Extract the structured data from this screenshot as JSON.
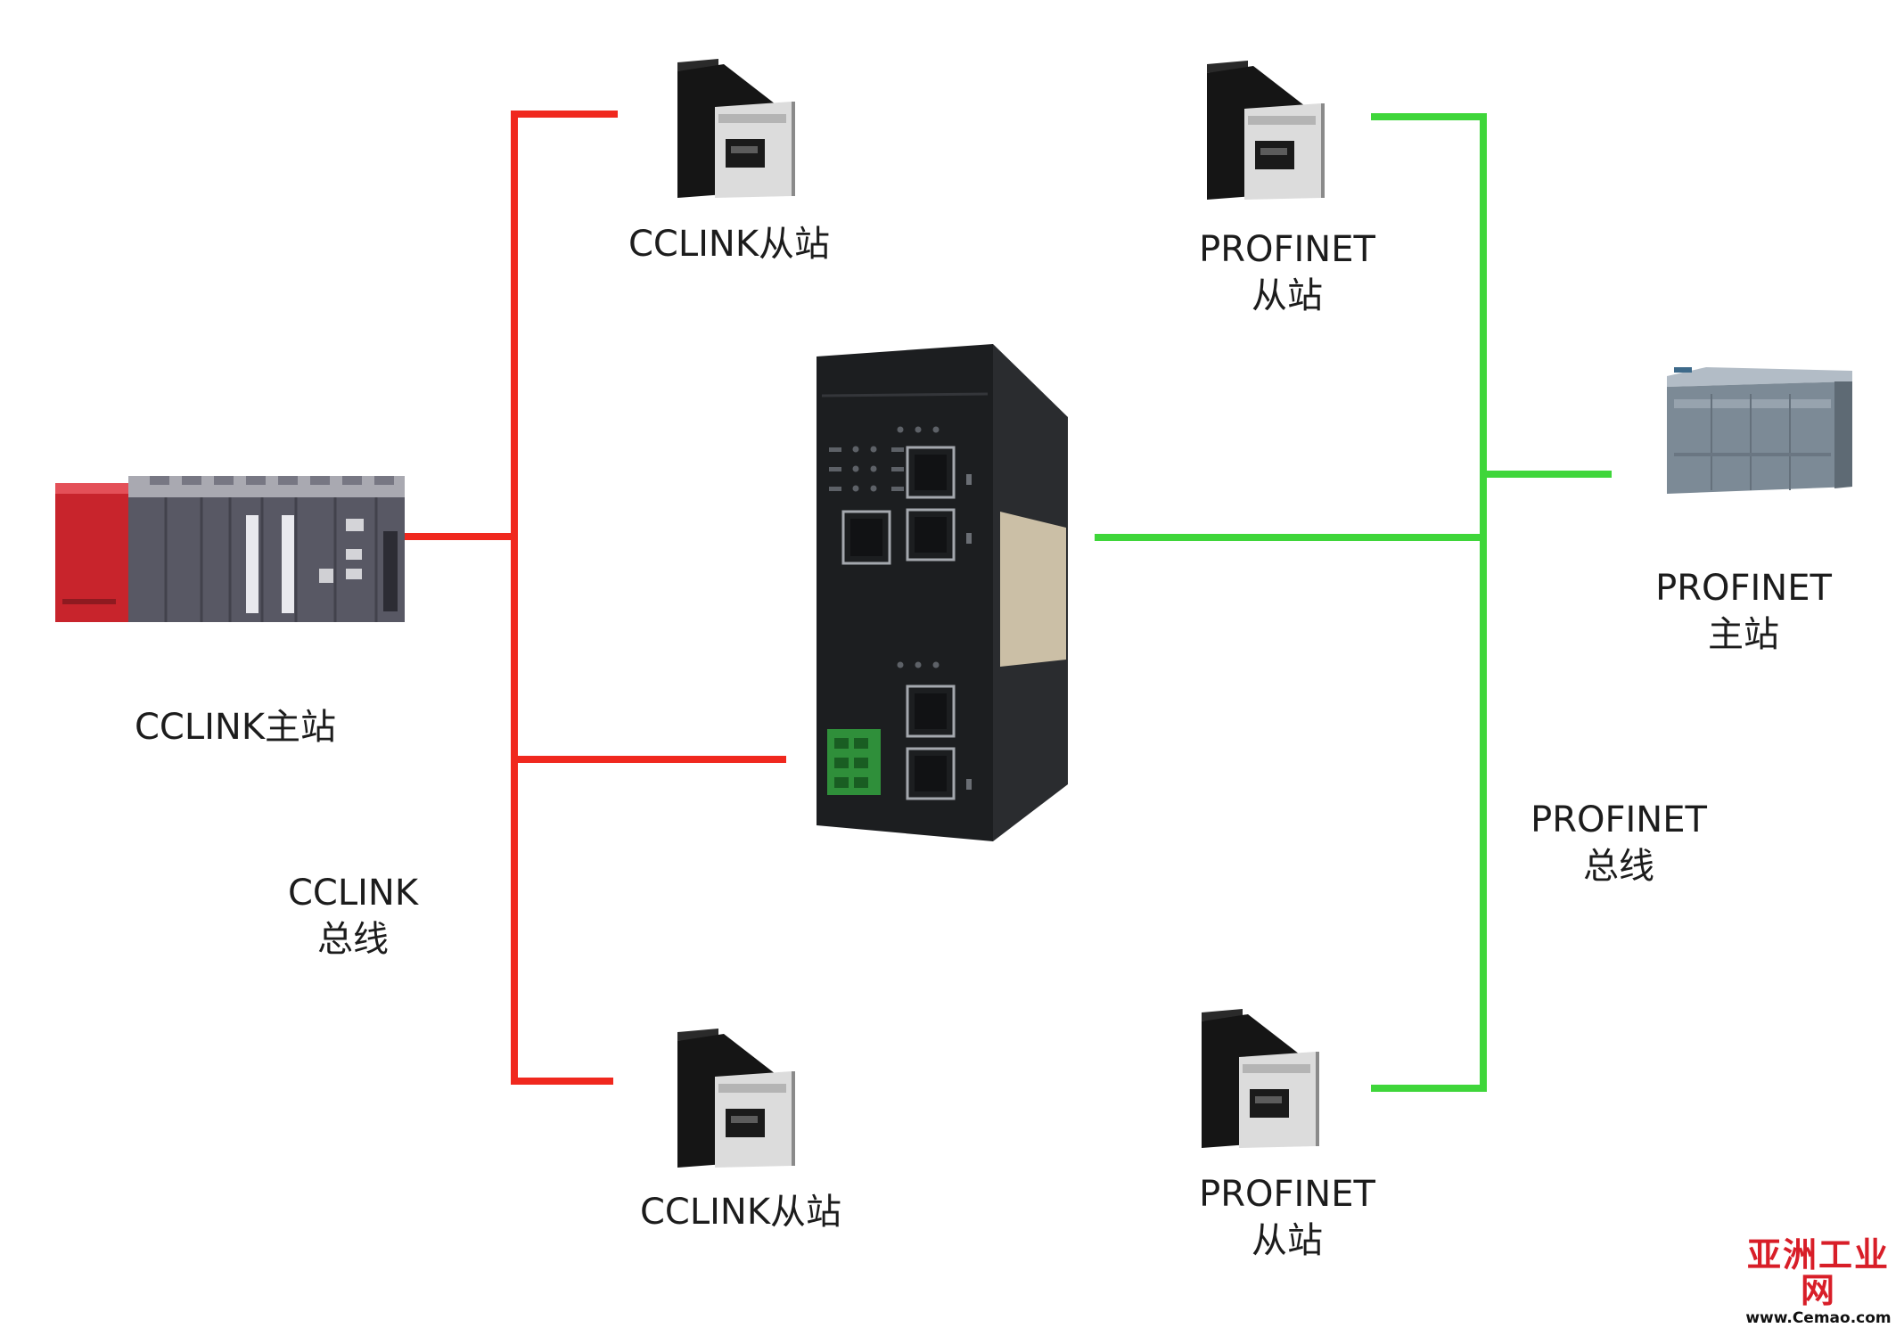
{
  "labels": {
    "cclink_master": "CCLINK主站",
    "cclink_slave_top": "CCLINK从站",
    "cclink_slave_bottom": "CCLINK从站",
    "cclink_bus_line1": "CCLINK",
    "cclink_bus_line2": "总线",
    "profinet_slave_top_line1": "PROFINET",
    "profinet_slave_top_line2": "从站",
    "profinet_slave_bottom_line1": "PROFINET",
    "profinet_slave_bottom_line2": "从站",
    "profinet_master_line1": "PROFINET",
    "profinet_master_line2": "主站",
    "profinet_bus_line1": "PROFINET",
    "profinet_bus_line2": "总线"
  },
  "watermark": {
    "name": "亚洲工业网",
    "url": "www.Cemao.com"
  },
  "colors": {
    "cclink_bus": "#f0281e",
    "profinet_bus": "#3fd63a",
    "gateway_body": "#1c1e20",
    "cclink_plc_red": "#c8242c",
    "profinet_plc_gray": "#7c8a96"
  },
  "icons": {
    "gateway": "protocol-gateway-icon",
    "cclink_master": "cclink-plc-icon",
    "profinet_master": "profinet-plc-icon",
    "slave": "servo-drive-icon"
  }
}
